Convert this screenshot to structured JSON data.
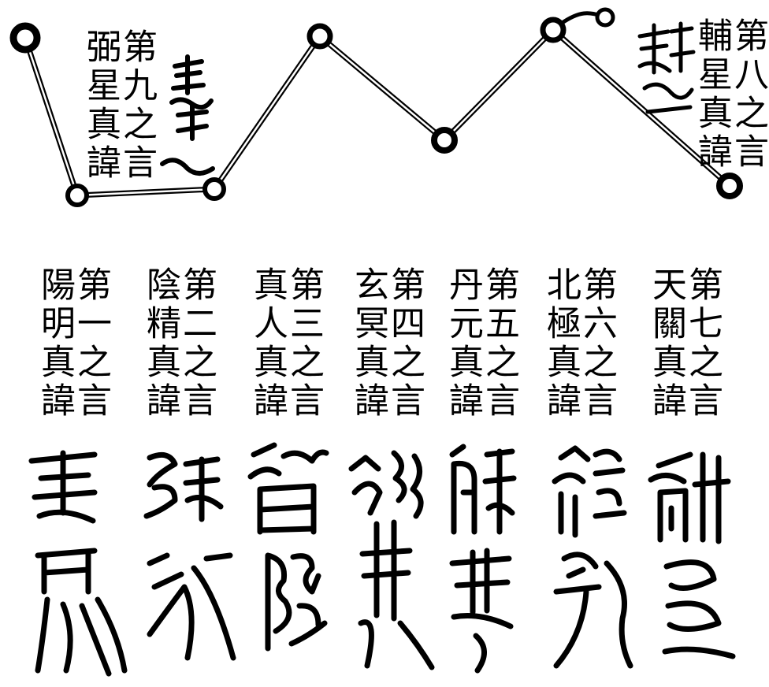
{
  "constellation": {
    "caption_ninth": {
      "ordinal": "第九之言",
      "name": "弼星真諱"
    },
    "caption_eighth": {
      "ordinal": "第八之言",
      "name": "輔星真諱"
    }
  },
  "captions": [
    {
      "ordinal": "第七之言",
      "name": "天關真諱"
    },
    {
      "ordinal": "第六之言",
      "name": "北極真諱"
    },
    {
      "ordinal": "第五之言",
      "name": "丹元真諱"
    },
    {
      "ordinal": "第四之言",
      "name": "玄冥真諱"
    },
    {
      "ordinal": "第三之言",
      "name": "真人真諱"
    },
    {
      "ordinal": "第二之言",
      "name": "陰精真諱"
    },
    {
      "ordinal": "第一之言",
      "name": "陽明真諱"
    }
  ],
  "colors": {
    "ink": "#000000",
    "paper": "#ffffff"
  }
}
